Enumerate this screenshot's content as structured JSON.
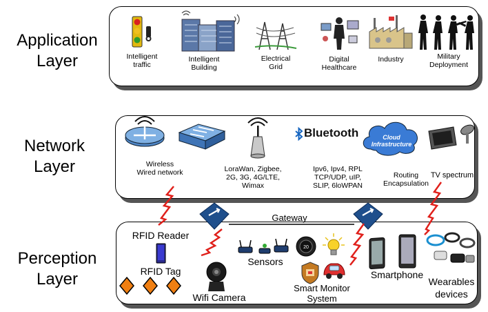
{
  "layers": {
    "application": {
      "label": "Application\nLayer",
      "items": {
        "traffic": "Intelligent\ntraffic",
        "building": "Intelligent\nBuilding",
        "grid": "Electrical\nGrid",
        "health": "Digital\nHealthcare",
        "industry": "Industry",
        "military": "Military\nDeployment"
      }
    },
    "network": {
      "label": "Network\nLayer",
      "items": {
        "wireless": "Wireless\nWired network",
        "lora": "LoraWan, Zigbee,\n2G, 3G, 4G/LTE,\nWimax",
        "bluetooth": "Bluetooth",
        "ipv6": "Ipv6, Ipv4, RPL\nTCP/UDP, uIP,\nSLIP, 6loWPAN",
        "cloud": "Cloud\nInfrastructure",
        "routing": "Routing\nEncapsulation",
        "tv": "TV spectrum"
      }
    },
    "gateway": "Gateway",
    "perception": {
      "label": "Perception\nLayer",
      "items": {
        "rfid_reader": "RFID Reader",
        "rfid_tag": "RFID Tag",
        "wifi_camera": "Wifi Camera",
        "sensors": "Sensors",
        "smart_monitor": "Smart Monitor\nSystem",
        "smartphone": "Smartphone",
        "wearables": "Wearables\ndevices"
      }
    }
  },
  "colors": {
    "gateway_blue": "#1f4f8c",
    "signal_red": "#e0201b",
    "tag_orange": "#f07f12",
    "cloud_blue": "#2f6fd0"
  }
}
